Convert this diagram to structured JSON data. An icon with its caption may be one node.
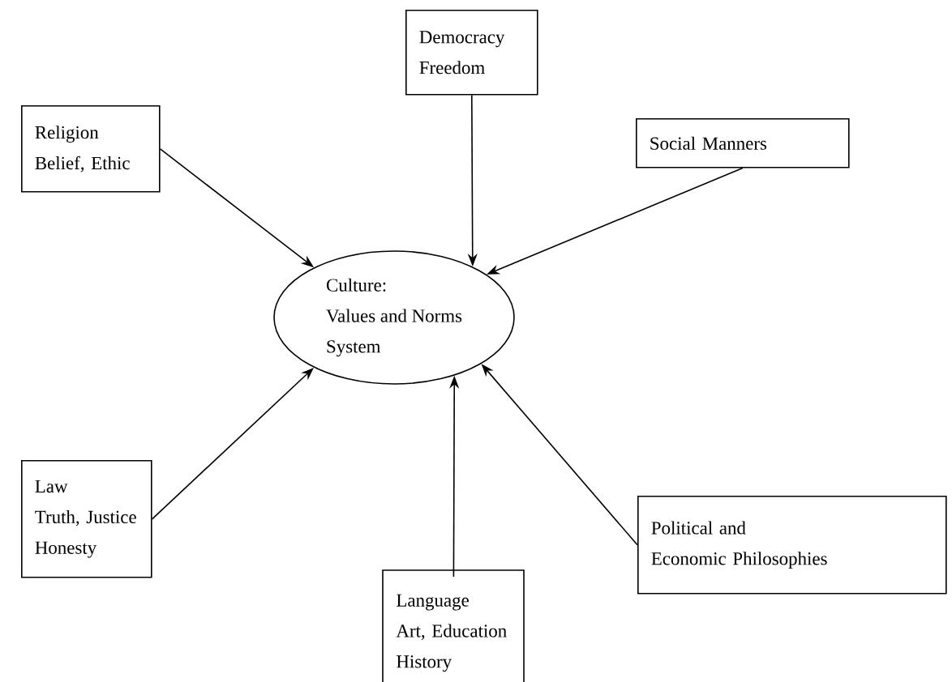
{
  "diagram": {
    "nodes": [
      {
        "text": [
          "Democracy",
          "Freedom"
        ]
      },
      {
        "text": [
          "Religion",
          "Belief, Ethic"
        ]
      },
      {
        "text": [
          "Social Manners"
        ]
      },
      {
        "text": [
          "Culture:",
          "Values and Norms",
          "System"
        ]
      },
      {
        "text": [
          "Law",
          "Truth, Justice",
          "Honesty"
        ]
      },
      {
        "text": [
          "Language",
          "Art, Education",
          "History"
        ]
      },
      {
        "text": [
          "Political and",
          "Economic Philosophies"
        ]
      }
    ],
    "edges": [
      {
        "from": 0,
        "to": 3,
        "arrow": "to"
      },
      {
        "from": 1,
        "to": 3,
        "arrow": "to"
      },
      {
        "from": 2,
        "to": 3,
        "arrow": "to"
      },
      {
        "from": 4,
        "to": 3,
        "arrow": "to"
      },
      {
        "from": 5,
        "to": 3,
        "arrow": "to"
      },
      {
        "from": 6,
        "to": 3,
        "arrow": "to"
      }
    ]
  }
}
